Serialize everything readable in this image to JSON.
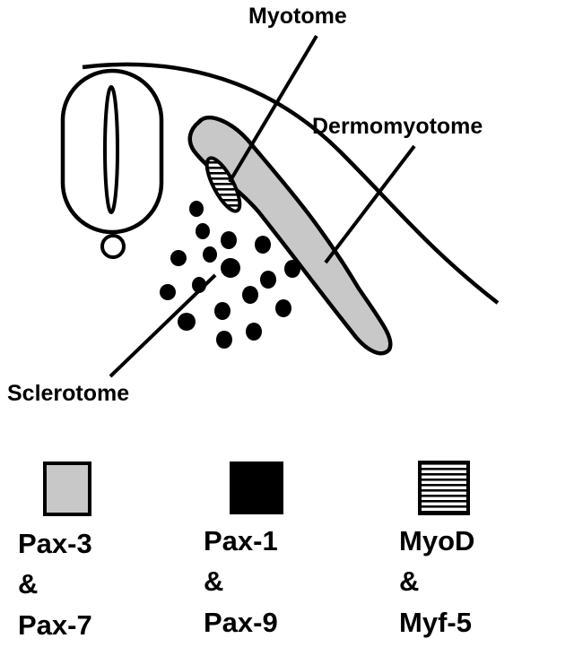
{
  "labels": {
    "myotome": "Myotome",
    "dermomyotome": "Dermomyotome",
    "sclerotome": "Sclerotome"
  },
  "legend": [
    {
      "swatch": "gray",
      "fill_color": "#c8c8c8",
      "lines": [
        "Pax-3",
        "&",
        "Pax-7"
      ]
    },
    {
      "swatch": "black",
      "fill_color": "#000000",
      "lines": [
        "Pax-1",
        "&",
        "Pax-9"
      ]
    },
    {
      "swatch": "striped",
      "fill_color": "#ffffff",
      "lines": [
        "MyoD",
        "&",
        "Myf-5"
      ]
    }
  ],
  "colors": {
    "dermomyotome_fill": "#c8c8c8",
    "sclerotome_cells": "#000000",
    "outline": "#000000",
    "background": "#ffffff"
  }
}
